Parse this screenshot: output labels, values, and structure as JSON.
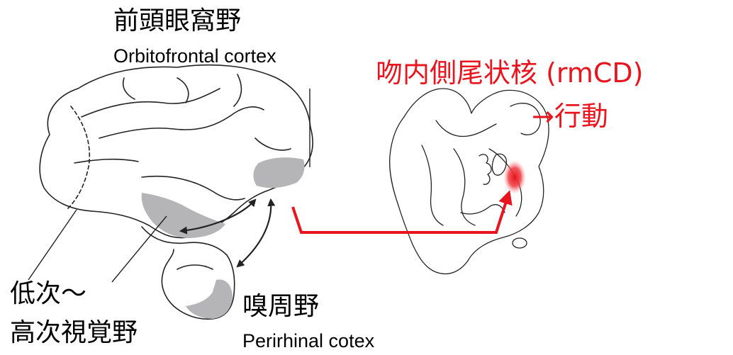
{
  "labels": {
    "ofc_jp": "前頭眼窩野",
    "ofc_en": "Orbitofrontal cortex",
    "rmcd_jp": "吻内側尾状核 (rmCD)",
    "action": "→行動",
    "prc_jp": "嗅周野",
    "prc_en": "Perirhinal cotex",
    "visual_line1": "低次〜",
    "visual_line2": "高次視覚野"
  },
  "colors": {
    "text": "#000000",
    "accent_red": "#e8141e",
    "region_gray": "#b5b5b8",
    "outline": "#222222"
  }
}
